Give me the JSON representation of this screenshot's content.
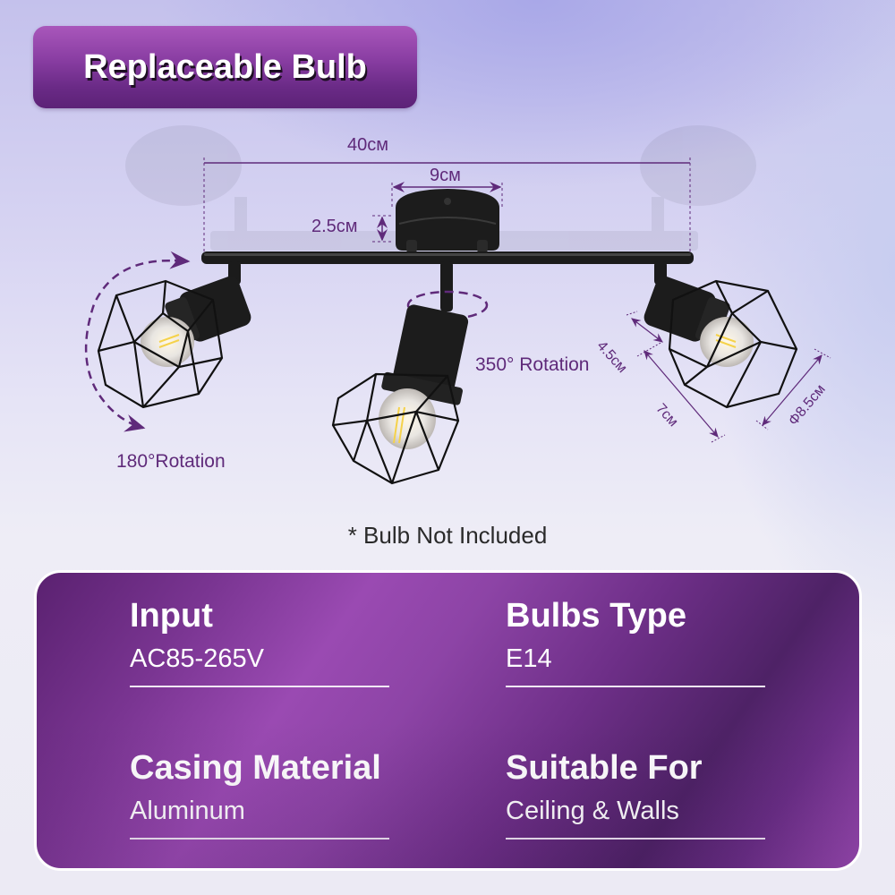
{
  "title_badge": {
    "label": "Replaceable Bulb"
  },
  "diagram": {
    "dimensions": {
      "total_length": "40cм",
      "canopy_diameter": "9cм",
      "canopy_height": "2.5cм",
      "spot_body_length": "4.5cм",
      "cage_length": "7cм",
      "cage_diameter": "Φ8.5cм"
    },
    "rotations": {
      "side": "180°Rotation",
      "center": "350° Rotation"
    },
    "colors": {
      "annotation": "#5f2a7a",
      "fixture": "#1c1c1c"
    }
  },
  "note": "* Bulb Not Included",
  "specs": [
    {
      "label": "Input",
      "value": "AC85-265V"
    },
    {
      "label": "Bulbs Type",
      "value": "E14"
    },
    {
      "label": "Casing Material",
      "value": "Aluminum"
    },
    {
      "label": "Suitable For",
      "value": "Ceiling & Walls"
    }
  ],
  "theme": {
    "badge_gradient_top": "#a957bb",
    "badge_gradient_bottom": "#5c2277",
    "panel_light": "#9a4ab2",
    "panel_dark": "#4e2266"
  }
}
